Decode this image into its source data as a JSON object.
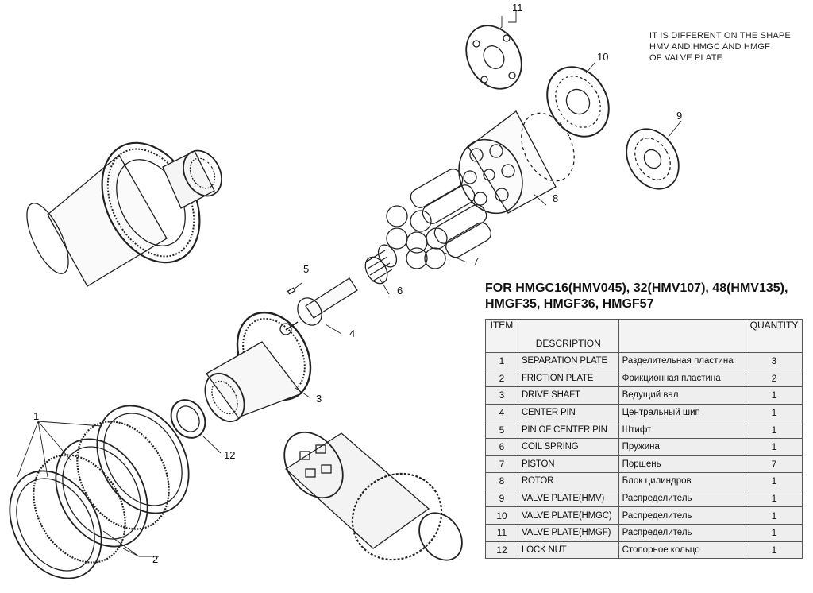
{
  "note": {
    "lines": [
      "IT IS DIFFERENT ON THE SHAPE",
      "HMV AND HMGC AND HMGF",
      "OF VALVE PLATE"
    ]
  },
  "heading": {
    "line1": "FOR HMGC16(HMV045), 32(HMV107), 48(HMV135),",
    "line2": "HMGF35, HMGF36, HMGF57"
  },
  "table": {
    "headers": {
      "item": "ITEM",
      "description": "DESCRIPTION",
      "russian": "",
      "quantity": "QUANTITY"
    },
    "rows": [
      {
        "item": "1",
        "en": "SEPARATION PLATE",
        "ru": "Разделительная пластина",
        "qty": "3"
      },
      {
        "item": "2",
        "en": "FRICTION PLATE",
        "ru": "Фрикционная пластина",
        "qty": "2"
      },
      {
        "item": "3",
        "en": "DRIVE SHAFT",
        "ru": "Ведущий вал",
        "qty": "1"
      },
      {
        "item": "4",
        "en": "CENTER PIN",
        "ru": "Центральный шип",
        "qty": "1"
      },
      {
        "item": "5",
        "en": "PIN OF CENTER PIN",
        "ru": "Штифт",
        "qty": "1"
      },
      {
        "item": "6",
        "en": "COIL SPRING",
        "ru": "Пружина",
        "qty": "1"
      },
      {
        "item": "7",
        "en": "PISTON",
        "ru": "Поршень",
        "qty": "7"
      },
      {
        "item": "8",
        "en": "ROTOR",
        "ru": "Блок цилиндров",
        "qty": "1"
      },
      {
        "item": "9",
        "en": "VALVE PLATE(HMV)",
        "ru": "Распределитель",
        "qty": "1"
      },
      {
        "item": "10",
        "en": "VALVE PLATE(HMGC)",
        "ru": "Распределитель",
        "qty": "1"
      },
      {
        "item": "11",
        "en": "VALVE PLATE(HMGF)",
        "ru": "Распределитель",
        "qty": "1"
      },
      {
        "item": "12",
        "en": "LOCK NUT",
        "ru": "Стопорное кольцо",
        "qty": "1"
      }
    ]
  },
  "callouts": [
    "1",
    "2",
    "3",
    "4",
    "5",
    "6",
    "7",
    "8",
    "9",
    "10",
    "11",
    "12"
  ]
}
